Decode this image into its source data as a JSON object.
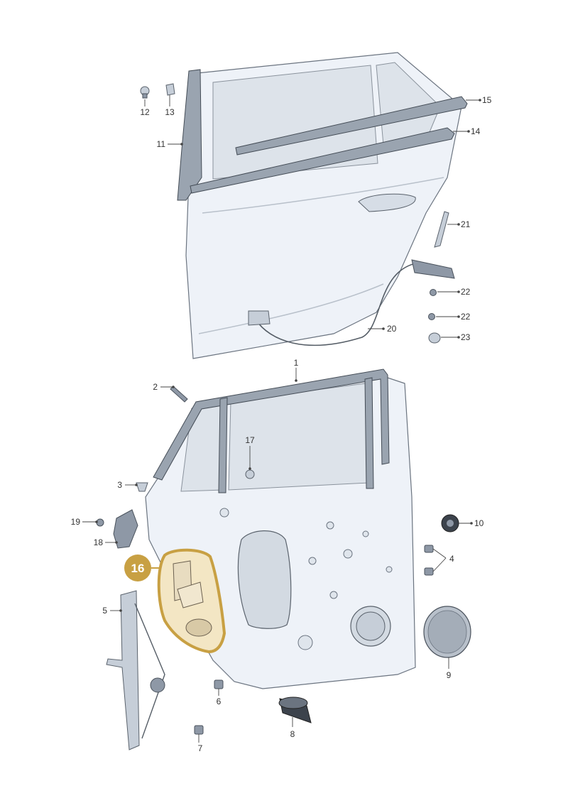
{
  "callouts": {
    "c1": "1",
    "c2": "2",
    "c3": "3",
    "c4": "4",
    "c5": "5",
    "c6": "6",
    "c7": "7",
    "c8": "8",
    "c9": "9",
    "c10": "10",
    "c11": "11",
    "c12": "12",
    "c13": "13",
    "c14": "14",
    "c15": "15",
    "c17": "17",
    "c18": "18",
    "c19": "19",
    "c20": "20",
    "c21": "21",
    "c22a": "22",
    "c22b": "22",
    "c23": "23"
  },
  "highlight": {
    "label": "16",
    "color": "#c8a043",
    "tint": "#f3e6c4"
  }
}
